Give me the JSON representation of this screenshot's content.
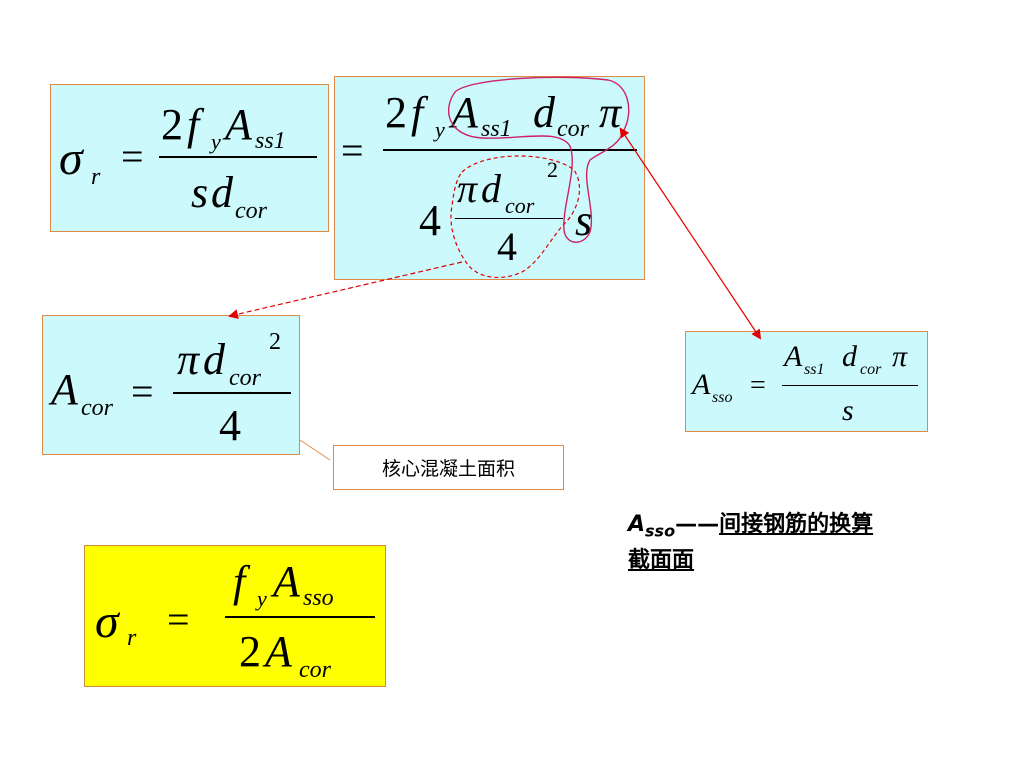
{
  "formula1": {
    "lhs": "σ",
    "lhs_sub": "r",
    "eq": "=",
    "num_coef": "2",
    "num_f": "f",
    "num_f_sub": "y",
    "num_A": "A",
    "num_A_sub": "ss1",
    "den_s": "s",
    "den_d": "d",
    "den_d_sub": "cor"
  },
  "formula2": {
    "eq": "=",
    "num_coef": "2",
    "num_f": "f",
    "num_f_sub": "y",
    "num_A": "A",
    "num_A_sub": "ss1",
    "num_d": "d",
    "num_d_sub": "cor",
    "num_pi": "π",
    "den_coef": "4",
    "den_pi": "π",
    "den_d": "d",
    "den_d_sub": "cor",
    "den_d_sup": "2",
    "den_inner_den": "4",
    "den_s": "s"
  },
  "formula3": {
    "lhs": "A",
    "lhs_sub": "cor",
    "eq": "=",
    "num_pi": "π",
    "num_d": "d",
    "num_d_sub": "cor",
    "num_sup": "2",
    "den": "4"
  },
  "formula4": {
    "lhs": "A",
    "lhs_sub": "sso",
    "eq": "=",
    "num_A": "A",
    "num_A_sub": "ss1",
    "num_d": "d",
    "num_d_sub": "cor",
    "num_pi": "π",
    "den": "s"
  },
  "formula5": {
    "lhs": "σ",
    "lhs_sub": "r",
    "eq": "=",
    "num_f": "f",
    "num_f_sub": "y",
    "num_A": "A",
    "num_A_sub": "sso",
    "den_coef": "2",
    "den_A": "A",
    "den_A_sub": "cor"
  },
  "label_core_area": "核心混凝土面积",
  "note": {
    "symbol": "A",
    "symbol_sub": "sso",
    "dash": "——",
    "line1": "间接钢筋的换算",
    "line2": "截面面"
  },
  "colors": {
    "cyan_box": "#ccf9fb",
    "yellow_box": "#ffff00",
    "box_border": "#e08a4a",
    "arrow_red": "#e00000",
    "loop_magenta": "#cc2266"
  }
}
